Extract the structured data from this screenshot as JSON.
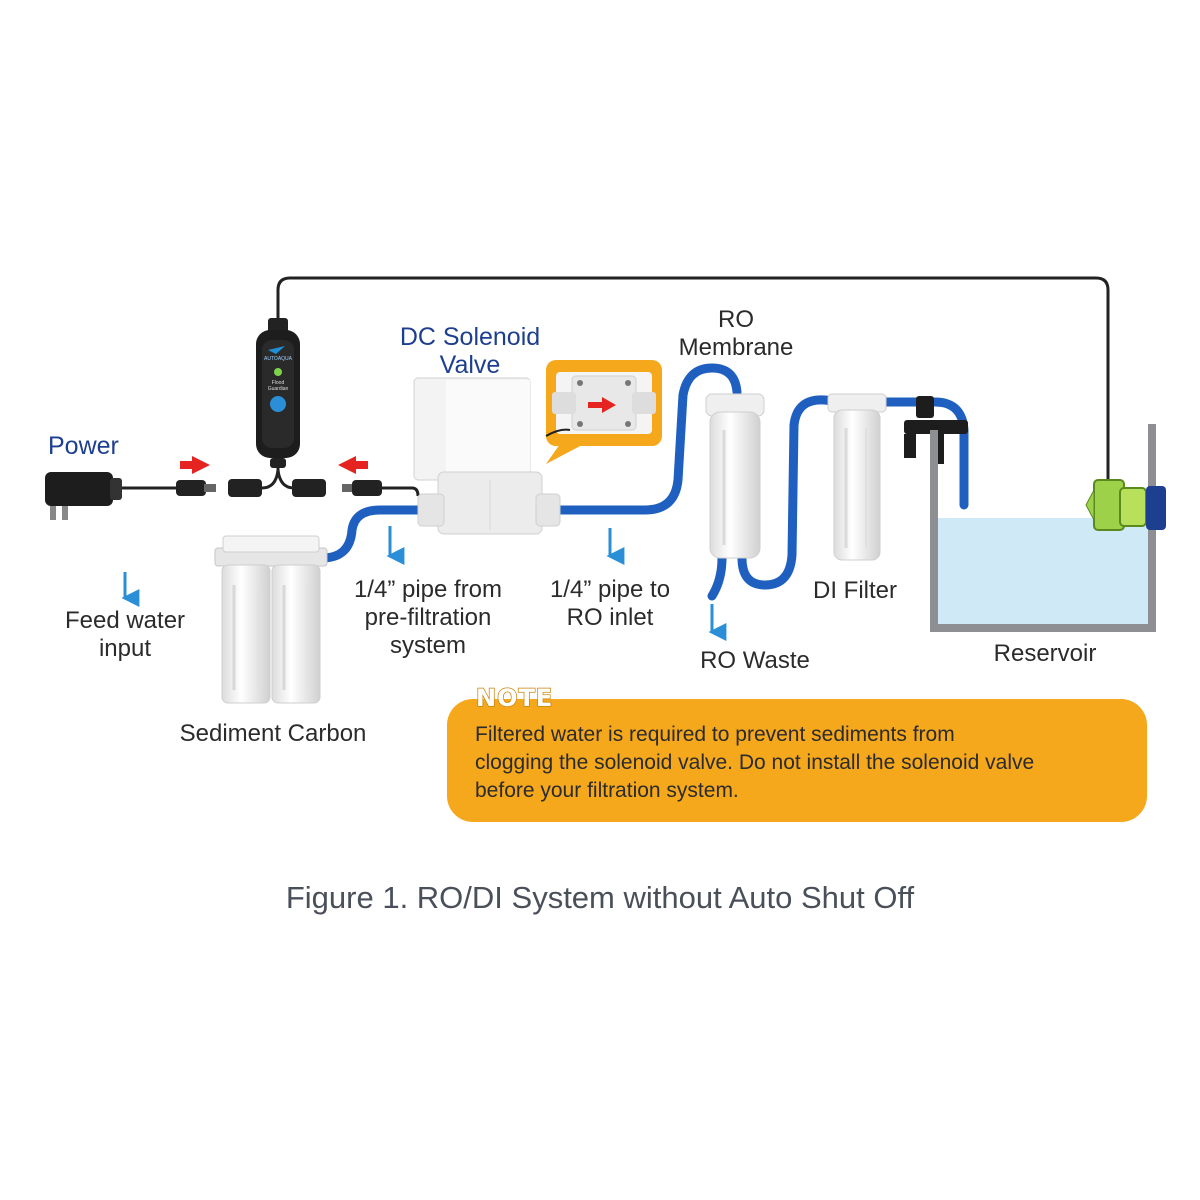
{
  "labels": {
    "power": "Power",
    "solenoid": "DC Solenoid\nValve",
    "ro_membrane": "RO\nMembrane",
    "feed_water": "Feed water\ninput",
    "sediment_carbon": "Sediment Carbon",
    "pipe_from": "1/4” pipe from\npre-filtration\nsystem",
    "pipe_to": "1/4” pipe to\nRO inlet",
    "ro_waste": "RO Waste",
    "di_filter": "DI Filter",
    "reservoir": "Reservoir"
  },
  "controller": {
    "brand": "AUTOAQUA",
    "line1": "Flood",
    "line2": "Guardian"
  },
  "note": {
    "tag": "NOTE",
    "text": "Filtered water is required to prevent sediments from\nclogging the solenoid valve. Do not install the solenoid valve\nbefore your filtration system."
  },
  "caption": "Figure 1. RO/DI System without Auto Shut Off",
  "colors": {
    "pipe": "#1f5fbf",
    "arrow_blue": "#2a8fd6",
    "arrow_red": "#e52421",
    "note_bg": "#f5a81c",
    "water": "#cfe9f7",
    "tank": "#8d8f93",
    "filter_white": "#f2f2f2"
  }
}
